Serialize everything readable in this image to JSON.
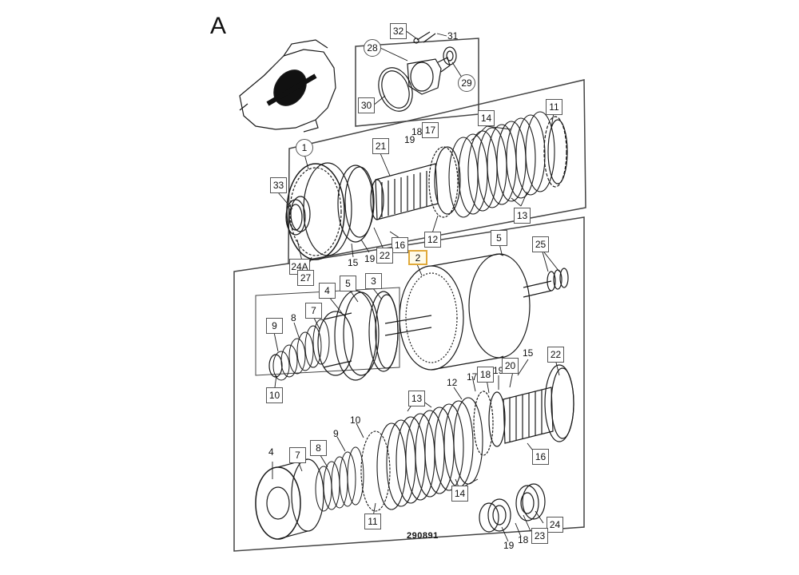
{
  "section_letter": "A",
  "drawing_number": "290891",
  "callouts": {
    "c32": "32",
    "c31": "31",
    "c28": "28",
    "c29": "29",
    "c30": "30",
    "c1": "1",
    "c21": "21",
    "c18a": "18",
    "c17a": "17",
    "c19a": "19",
    "c14a": "14",
    "c11a": "11",
    "c13a": "13",
    "c33": "33",
    "c16a": "16",
    "c12a": "12",
    "c22a": "22",
    "c19b": "19",
    "c15a": "15",
    "c24A": "24A",
    "c27": "27",
    "c2": "2",
    "c5a": "5",
    "c25": "25",
    "c4a": "4",
    "c5b": "5",
    "c3": "3",
    "c9a": "9",
    "c8a": "8",
    "c7a": "7",
    "c10a": "10",
    "c15b": "15",
    "c22b": "22",
    "c17b": "17",
    "c18b": "18",
    "c19c": "19",
    "c20": "20",
    "c12b": "12",
    "c13b": "13",
    "c16b": "16",
    "c10b": "10",
    "c9b": "9",
    "c8b": "8",
    "c4b": "4",
    "c7b": "7",
    "c11b": "11",
    "c14b": "14",
    "c24": "24",
    "c23": "23",
    "c19d": "19",
    "c18c": "18"
  },
  "colors": {
    "line": "#1a1a1a",
    "frame": "#444444",
    "highlight": "#e0a93a"
  }
}
